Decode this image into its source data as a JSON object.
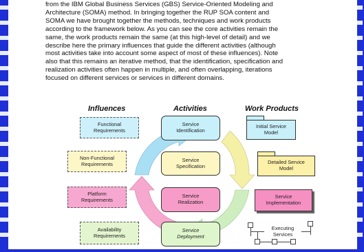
{
  "paragraph": "from the IBM Global Business Services (GBS) Service-Oriented Modeling and\nArchitecture (SOMA) method. In bringing together the RUP SOA content and\nSOMA we have brought together the methods, techniques and work products\naccording to the framework below. As you can see the core activities remain the\nsame, the work products remain the same (at this high-level of detail) and we\ndescribe here the primary influences that guide the different activities (although\nmost activities take into account some aspect of most of these influences). Note\nalso that this remains an iterative method, that the identification, specification and\nrealization activities often happen in multiple, and often overlapping, iterations\nfocused on different services or services in different domains.",
  "diagram": {
    "headings": {
      "influences": "Influences",
      "activities": "Activities",
      "work_products": "Work Products"
    },
    "influences": [
      {
        "label": "Functional\nRequirements",
        "color": "#cdf0fb"
      },
      {
        "label": "Non-Functional\nRequirements",
        "color": "#fdf7c8"
      },
      {
        "label": "Platform\nRequirements",
        "color": "#f7a8d0"
      },
      {
        "label": "Availability\nRequirements",
        "color": "#e3f5cf"
      }
    ],
    "activities": [
      {
        "label": "Service\nIdentification",
        "color": "#c8f0fb"
      },
      {
        "label": "Service\nSpecification",
        "color": "#fdf6c2"
      },
      {
        "label": "Service\nRealization",
        "color": "#f79cc8"
      },
      {
        "label": "Service\nDeployment",
        "color": "#dff5cc"
      }
    ],
    "work_products": [
      {
        "label": "Initial Service\nModel",
        "color": "#c8f0fb"
      },
      {
        "label": "Detailed  Service\nModel",
        "color": "#fdf0a8"
      },
      {
        "label": "Service\nImplementation",
        "color": "#f68fc2"
      },
      {
        "label": "Executing\nServices",
        "color": "#ffffff"
      }
    ]
  },
  "colors": {
    "frame": "#1f2fd6",
    "cycle_blue": "#a9dff4",
    "cycle_yellow": "#f4f0a6",
    "cycle_pink": "#f6a8cf",
    "cycle_green": "#cfeec0"
  }
}
